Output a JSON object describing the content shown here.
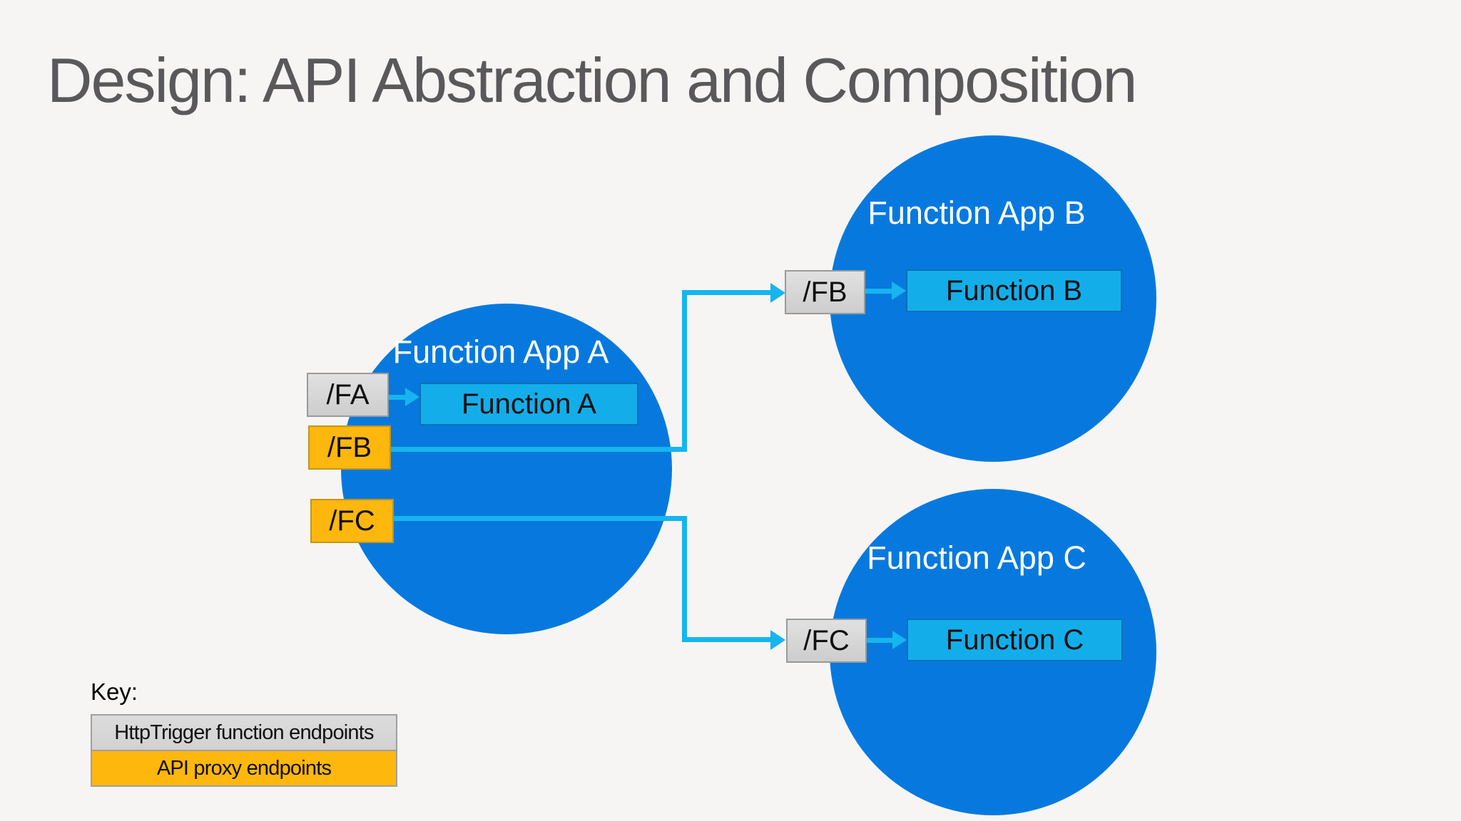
{
  "slide": {
    "title": "Design: API Abstraction and Composition"
  },
  "colors": {
    "bg": "#f6f5f3",
    "title_gray": "#59595b",
    "circle_blue": "#0779de",
    "function_box_cyan": "#13aeea",
    "function_box_border": "#0a70b6",
    "endpoint_gray_border": "#9a9a9a",
    "proxy_orange": "#fdb70d",
    "proxy_orange_border": "#c4951a",
    "connector_cyan": "#16b5ef"
  },
  "apps": [
    {
      "id": "A",
      "label": "Function App A",
      "function_label": "Function A"
    },
    {
      "id": "B",
      "label": "Function App B",
      "function_label": "Function B"
    },
    {
      "id": "C",
      "label": "Function App C",
      "function_label": "Function C"
    }
  ],
  "endpoints": [
    {
      "app": "A",
      "label": "/FA",
      "type": "httptrigger"
    },
    {
      "app": "A",
      "label": "/FB",
      "type": "proxy"
    },
    {
      "app": "A",
      "label": "/FC",
      "type": "proxy"
    },
    {
      "app": "B",
      "label": "/FB",
      "type": "httptrigger"
    },
    {
      "app": "C",
      "label": "/FC",
      "type": "httptrigger"
    }
  ],
  "key": {
    "title": "Key:",
    "items": [
      {
        "label": "HttpTrigger function endpoints",
        "type": "httptrigger"
      },
      {
        "label": "API proxy endpoints",
        "type": "proxy"
      }
    ]
  }
}
